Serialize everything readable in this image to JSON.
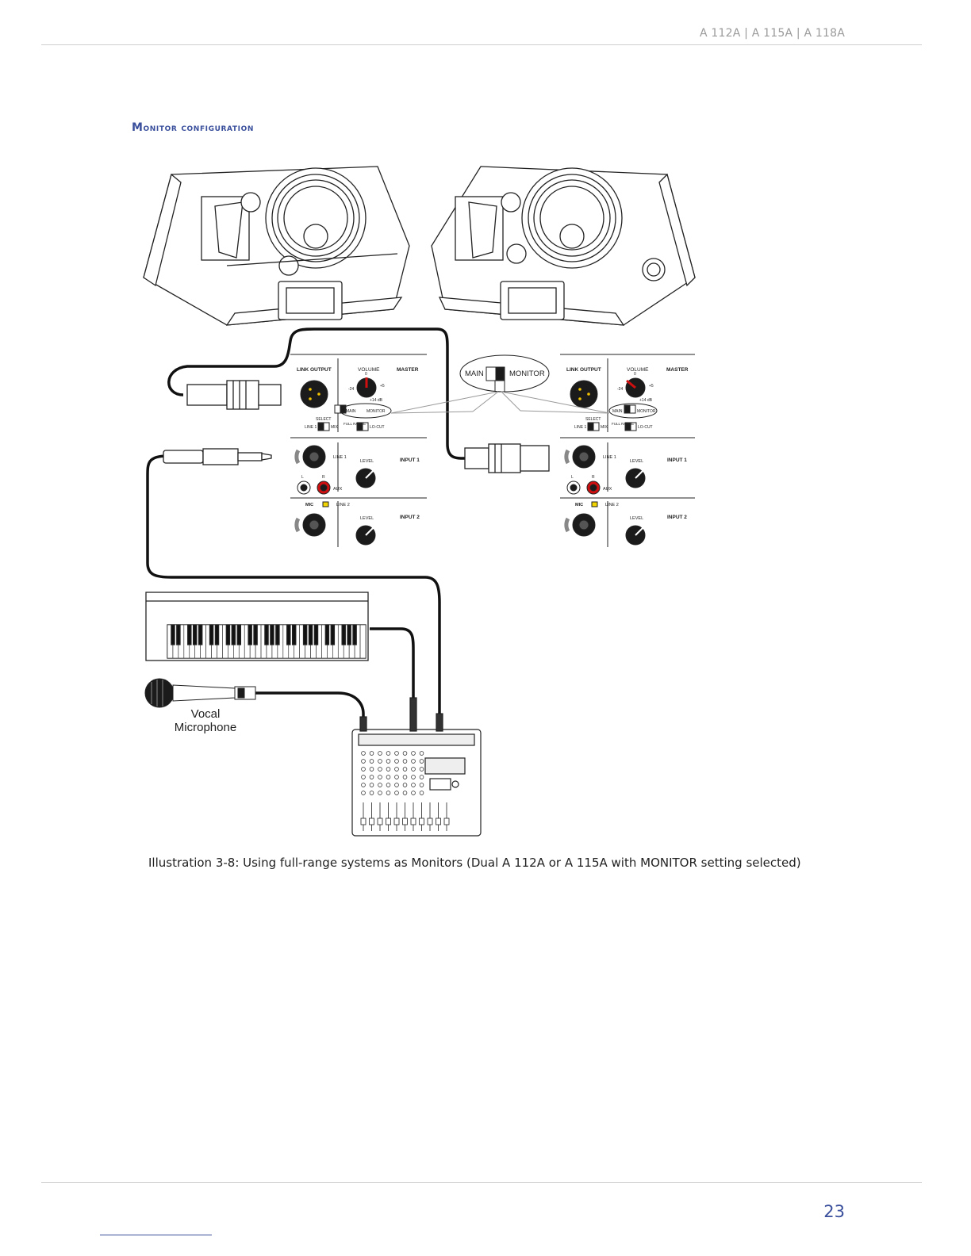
{
  "header": {
    "models": "A 112A | A 115A | A 118A"
  },
  "section": {
    "title_first": "M",
    "title_rest": "onitor configuration"
  },
  "panels": {
    "link_output": "LINK OUTPUT",
    "volume": "VOLUME",
    "master": "MASTER",
    "select": "SELECT",
    "line1_switch": "LINE 1",
    "mix": "MIX",
    "main": "MAIN",
    "monitor": "MONITOR",
    "full_range": "FULL RANGE",
    "lo_cut": "LO-CUT",
    "line1_input": "LINE 1",
    "level": "LEVEL",
    "input1": "INPUT 1",
    "aux": "AUX",
    "mic": "MIC",
    "line2": "LINE 2",
    "input2": "INPUT 2",
    "l": "L",
    "r": "R",
    "vol_min": "-24",
    "vol_max": "+5",
    "vol_db": "+14 dB",
    "vol_zero": "0"
  },
  "callout": {
    "main": "MAIN",
    "monitor": "MONITOR"
  },
  "labels": {
    "mic_line1": "Vocal",
    "mic_line2": "Microphone"
  },
  "caption": "Illustration 3-8: Using full-range systems as Monitors (Dual A 112A or A 115A with MONITOR setting selected)",
  "footer": {
    "page_number": "23"
  }
}
